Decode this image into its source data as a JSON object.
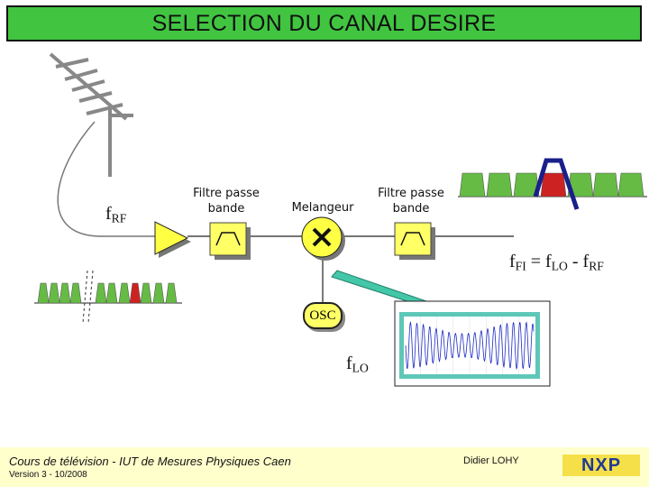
{
  "title": "SELECTION DU CANAL DESIRE",
  "labels": {
    "filter1": "Filtre passe bande",
    "mixer": "Melangeur",
    "filter2": "Filtre passe bande",
    "osc": "OSC"
  },
  "frequencies": {
    "f_rf": {
      "base": "f",
      "sub": "RF"
    },
    "f_lo": {
      "base": "f",
      "sub": "LO"
    },
    "f_fi": {
      "f1": "f",
      "s1": "FI",
      "eq": " = ",
      "f2": "f",
      "s2": "LO",
      "minus": " - ",
      "f3": "f",
      "s3": "RF"
    }
  },
  "footer": {
    "course": "Cours de télévision - IUT de Mesures Physiques Caen",
    "version": "Version 3 - 10/2008",
    "author": "Didier LOHY",
    "logo": "NXP"
  },
  "colors": {
    "title_bg": "#41c541",
    "channel_green": "#66bb44",
    "channel_selected": "#cc2222",
    "amplifier": "#ffff44",
    "footer_bg": "#ffffcc"
  }
}
